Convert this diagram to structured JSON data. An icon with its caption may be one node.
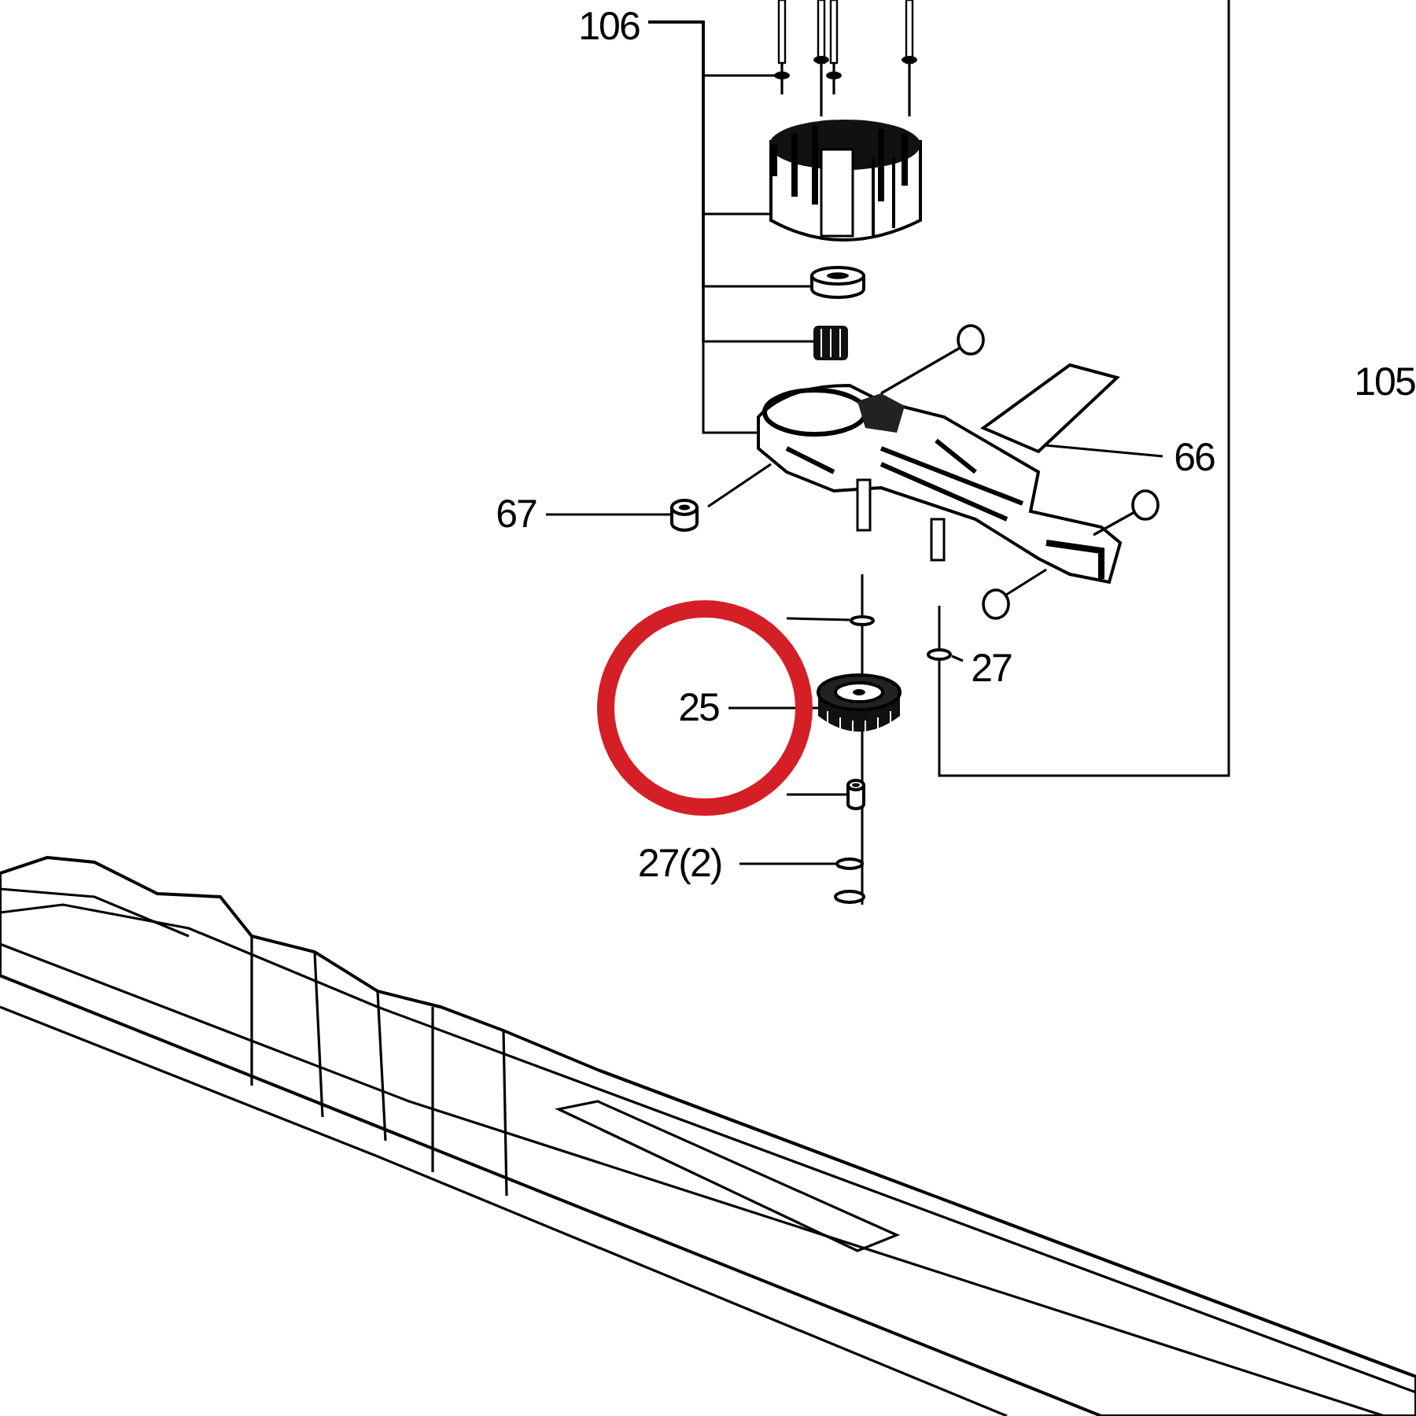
{
  "diagram": {
    "nodes": [
      {
        "text": [
          "106"
        ]
      },
      {
        "text": [
          "105"
        ]
      },
      {
        "text": [
          "66"
        ]
      },
      {
        "text": [
          "67"
        ]
      },
      {
        "text": [
          "25"
        ]
      },
      {
        "text": [
          "27"
        ]
      },
      {
        "text": [
          "27(2)"
        ]
      },
      {
        "text": [],
        "shape": "picture"
      },
      {
        "text": [],
        "shape": "picture"
      },
      {
        "text": [],
        "shape": "cylinder"
      },
      {
        "text": [],
        "shape": "picture"
      },
      {
        "text": [],
        "shape": "picture"
      },
      {
        "text": [],
        "shape": "picture"
      },
      {
        "text": [],
        "shape": "cylinder"
      },
      {
        "text": [],
        "shape": "circle"
      },
      {
        "text": [],
        "shape": "picture"
      },
      {
        "text": [],
        "shape": "cylinder"
      },
      {
        "text": [],
        "shape": "circle"
      },
      {
        "text": [],
        "shape": "circle"
      }
    ],
    "edges": [
      {
        "from": 0,
        "to": 7,
        "arrow": "none"
      },
      {
        "from": 0,
        "to": 8,
        "arrow": "none"
      },
      {
        "from": 0,
        "to": 9,
        "arrow": "none"
      },
      {
        "from": 0,
        "to": 10,
        "arrow": "none"
      },
      {
        "from": 0,
        "to": 11,
        "arrow": "none"
      },
      {
        "from": 3,
        "to": 13,
        "arrow": "none"
      },
      {
        "from": 2,
        "to": 12,
        "arrow": "none"
      },
      {
        "from": null,
        "to": 14,
        "arrow": "none"
      },
      {
        "from": 4,
        "to": 15,
        "arrow": "none"
      },
      {
        "from": null,
        "to": 16,
        "arrow": "none"
      },
      {
        "from": 6,
        "to": 17,
        "arrow": "none"
      },
      {
        "from": 5,
        "to": 18,
        "arrow": "none"
      },
      {
        "from": null,
        "to": 18,
        "arrow": "none"
      }
    ]
  }
}
